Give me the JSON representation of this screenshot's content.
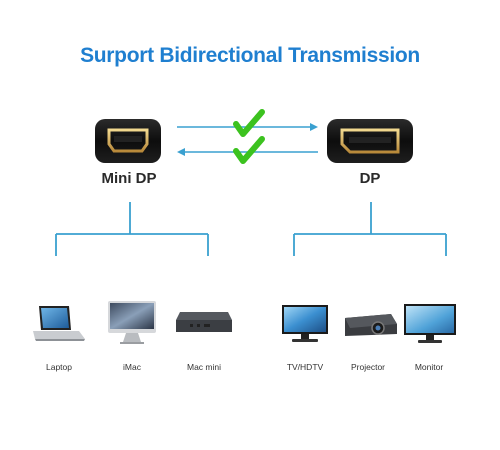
{
  "title": "Surport Bidirectional Transmission",
  "colors": {
    "title": "#1f7fd0",
    "lines": "#3aa0d0",
    "check": "#3cc21f",
    "connector_body": "#111111",
    "connector_gold": "#d8b25a"
  },
  "left_port": {
    "label": "Mini DP",
    "devices": [
      {
        "label": "Laptop",
        "icon": "laptop-icon"
      },
      {
        "label": "iMac",
        "icon": "imac-icon"
      },
      {
        "label": "Mac mini",
        "icon": "mac-mini-icon"
      }
    ]
  },
  "right_port": {
    "label": "DP",
    "devices": [
      {
        "label": "TV/HDTV",
        "icon": "tv-icon"
      },
      {
        "label": "Projector",
        "icon": "projector-icon"
      },
      {
        "label": "Monitor",
        "icon": "monitor-icon"
      }
    ]
  }
}
